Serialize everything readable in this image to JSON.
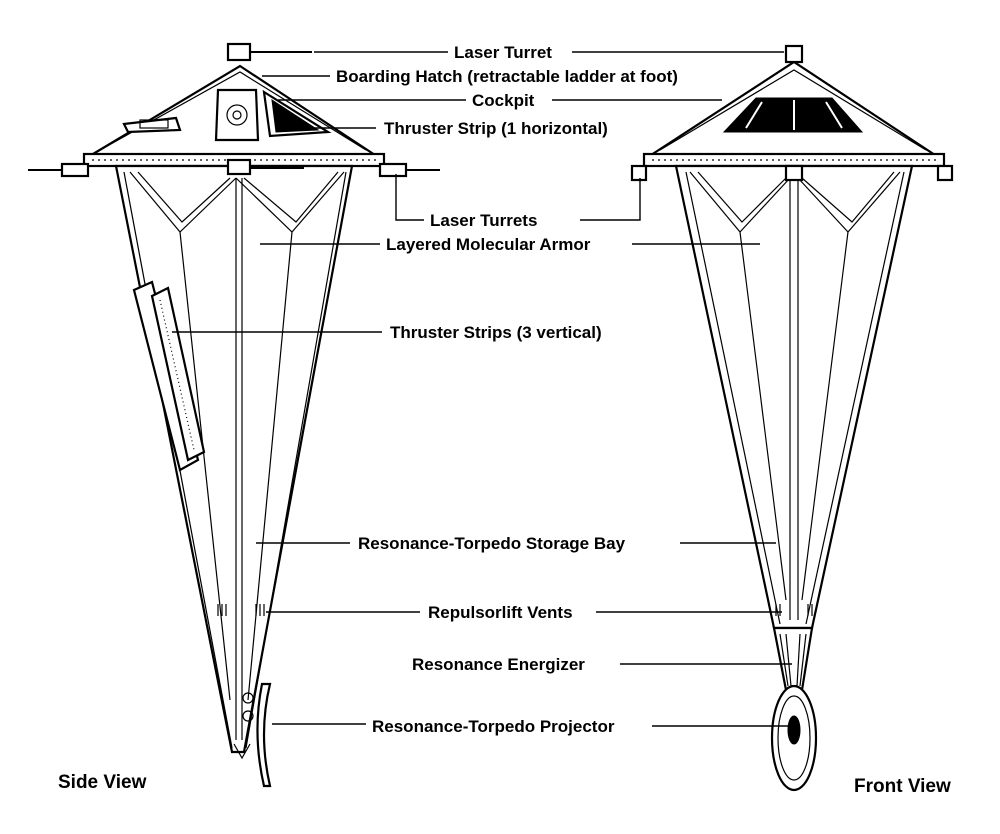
{
  "callouts": {
    "laser_turret": "Laser Turret",
    "boarding_hatch": "Boarding Hatch (retractable ladder at foot)",
    "cockpit": "Cockpit",
    "thruster_strip_horizontal": "Thruster Strip (1 horizontal)",
    "laser_turrets": "Laser Turrets",
    "layered_armor": "Layered Molecular Armor",
    "thruster_strips_vertical": "Thruster Strips (3 vertical)",
    "torpedo_storage_bay": "Resonance-Torpedo Storage Bay",
    "repulsorlift_vents": "Repulsorlift Vents",
    "resonance_energizer": "Resonance Energizer",
    "torpedo_projector": "Resonance-Torpedo Projector"
  },
  "views": {
    "side": "Side View",
    "front": "Front View"
  },
  "colors": {
    "ink": "#000000",
    "paper": "#ffffff"
  }
}
